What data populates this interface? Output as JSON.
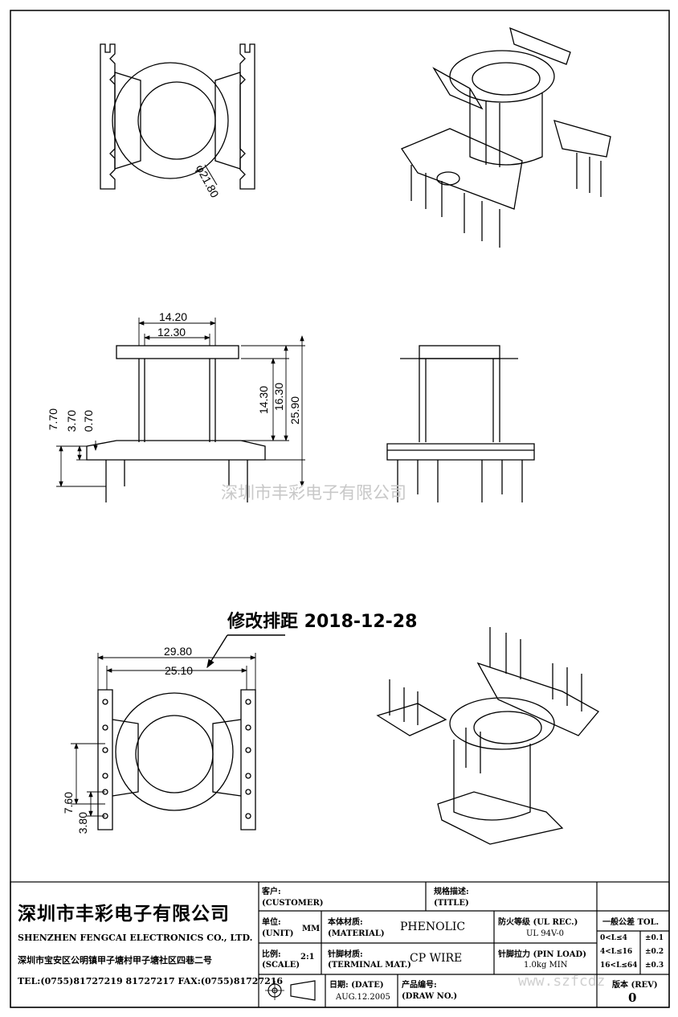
{
  "drawing": {
    "dims": {
      "top_diameter": "φ21.80",
      "front_width_outer": "14.20",
      "front_width_inner": "12.30",
      "front_height_inner": "14.30",
      "front_height_mid": "16.30",
      "front_height_total": "25.90",
      "pin_7_70": "7.70",
      "pin_3_70": "3.70",
      "pin_0_70": "0.70",
      "bottom_width_outer": "29.80",
      "bottom_width_inner": "25.10",
      "bottom_pitch_7_60": "7.60",
      "bottom_pitch_3_80": "3.80"
    },
    "revision_note": "修改排距 2018-12-28",
    "watermark": "深圳市丰彩电子有限公司",
    "watermark_url": "www.szfcdz"
  },
  "title_block": {
    "company_cn": "深圳市丰彩电子有限公司",
    "company_en": "SHENZHEN FENGCAI ELECTRONICS CO., LTD.",
    "address": "深圳市宝安区公明镇甲子塘村甲子塘社区四巷二号",
    "contact": "TEL:(0755)81727219  81727217   FAX:(0755)81727216",
    "customer_label_cn": "客户:",
    "customer_label_en": "(CUSTOMER)",
    "title_label_cn": "规格描述:",
    "title_label_en": "(TITLE)",
    "unit_label_cn": "单位:",
    "unit_label_en": "(UNIT)",
    "unit_value": "MM",
    "scale_label_cn": "比例:",
    "scale_label_en": "(SCALE)",
    "scale_value": "2:1",
    "material_label_cn": "本体材质:",
    "material_label_en": "(MATERIAL)",
    "material_value": "PHENOLIC",
    "terminal_label_cn": "针脚材质:",
    "terminal_label_en": "(TERMINAL MAT.)",
    "terminal_value": "CP WIRE",
    "fire_label": "防火等级 (UL REC.)",
    "fire_value": "UL 94V-0",
    "pinload_label": "针脚拉力 (PIN LOAD)",
    "pinload_value": "1.0kg MIN",
    "date_label": "日期: (DATE)",
    "date_value": "AUG.12.2005",
    "drawno_label_cn": "产品编号:",
    "drawno_label_en": "(DRAW NO.)",
    "tol_header": "一般公差 TOL.",
    "tol_rows": [
      {
        "range": "0<L≤4",
        "value": "±0.1"
      },
      {
        "range": "4<L≤16",
        "value": "±0.2"
      },
      {
        "range": "16<L≤64",
        "value": "±0.3"
      }
    ],
    "rev_label": "版本 (REV)",
    "rev_value": "0"
  }
}
